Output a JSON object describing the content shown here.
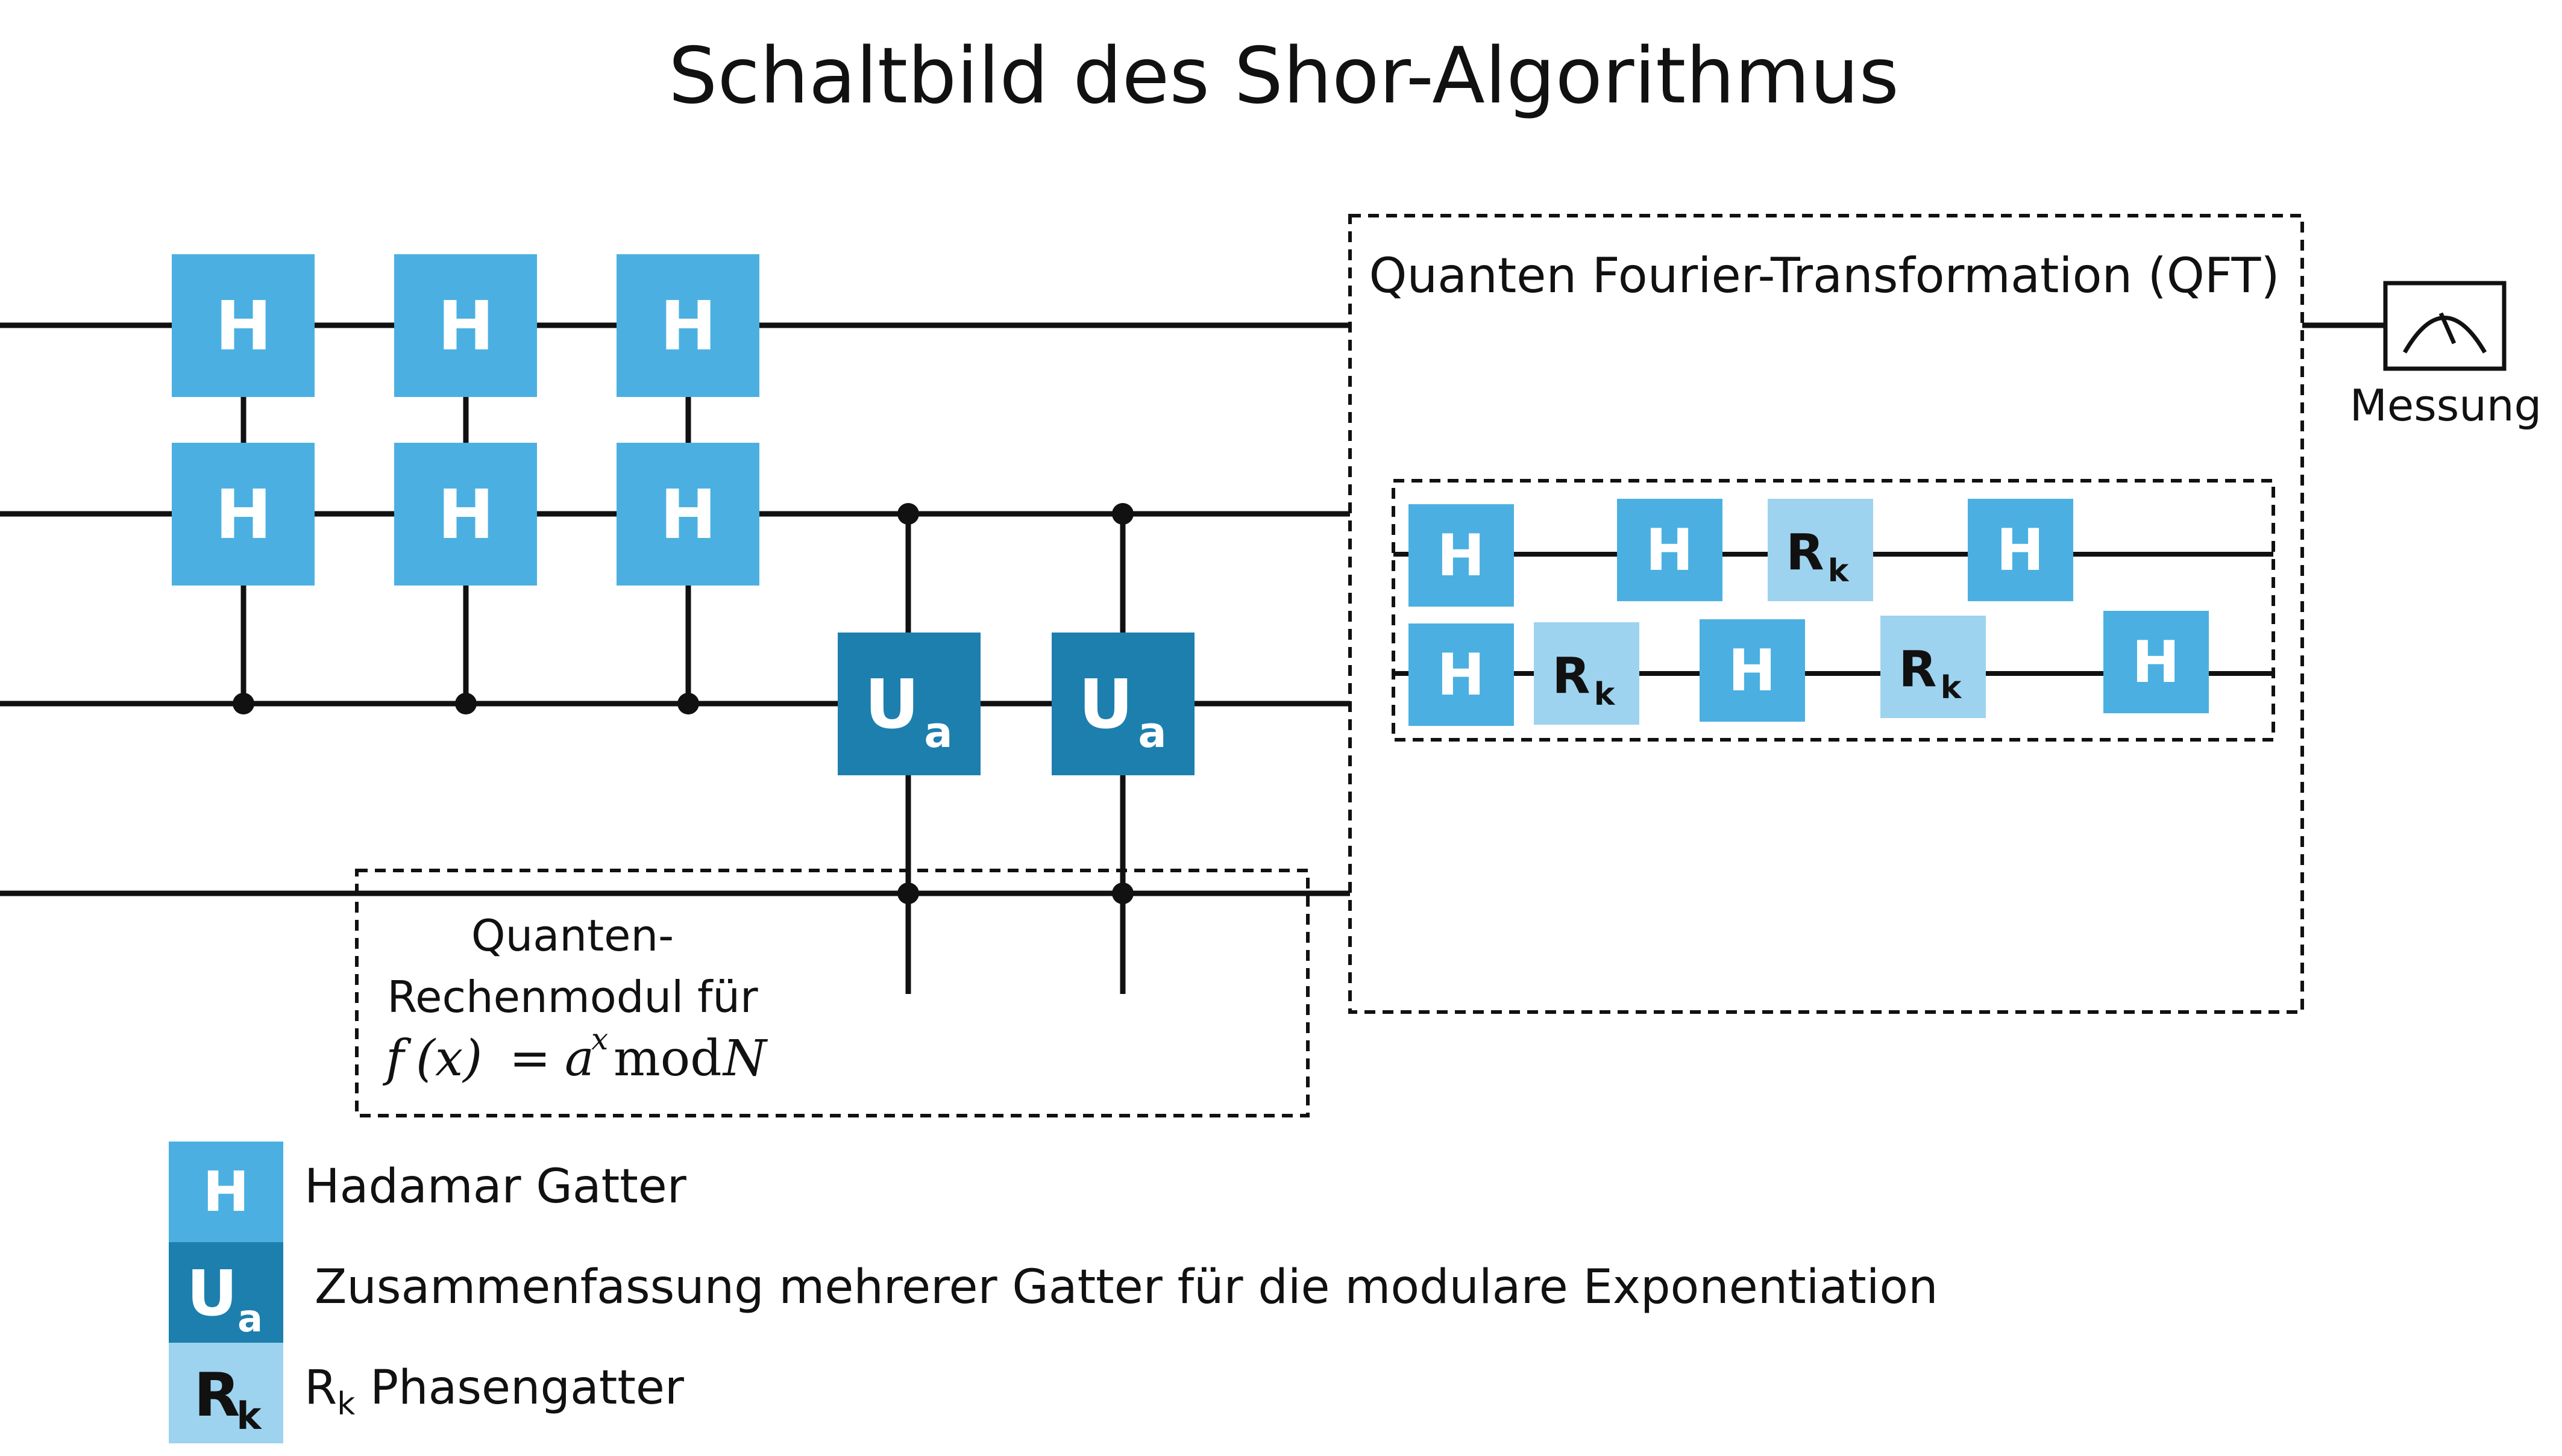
{
  "title": "Schaltbild des Shor-Algorithmus",
  "qft": {
    "label": "Quanten Fourier-Transformation (QFT)"
  },
  "measurement": {
    "label": "Messung"
  },
  "module": {
    "line1": "Quanten-",
    "line2": "Rechenmodul für",
    "formula_f": "f",
    "formula_x": "(x)",
    "formula_eq": "=",
    "formula_a": "a",
    "formula_exp": "x",
    "formula_mod": "mod",
    "formula_N": "N"
  },
  "gates": {
    "h": "H",
    "u_main": "U",
    "u_sub": "a",
    "r_main": "R",
    "r_sub": "k"
  },
  "legend": {
    "hadamard": "Hadamar Gatter",
    "unitary": "Zusammenfassung mehrerer Gatter für die modulare Exponentiation",
    "phase_prefix_main": "R",
    "phase_prefix_sub": "k",
    "phase": "Phasengatter"
  },
  "colors": {
    "hadamard": "#4BB0E1",
    "unitary": "#1D7FAE",
    "phase": "#9DD3EF",
    "wire": "#111111"
  }
}
